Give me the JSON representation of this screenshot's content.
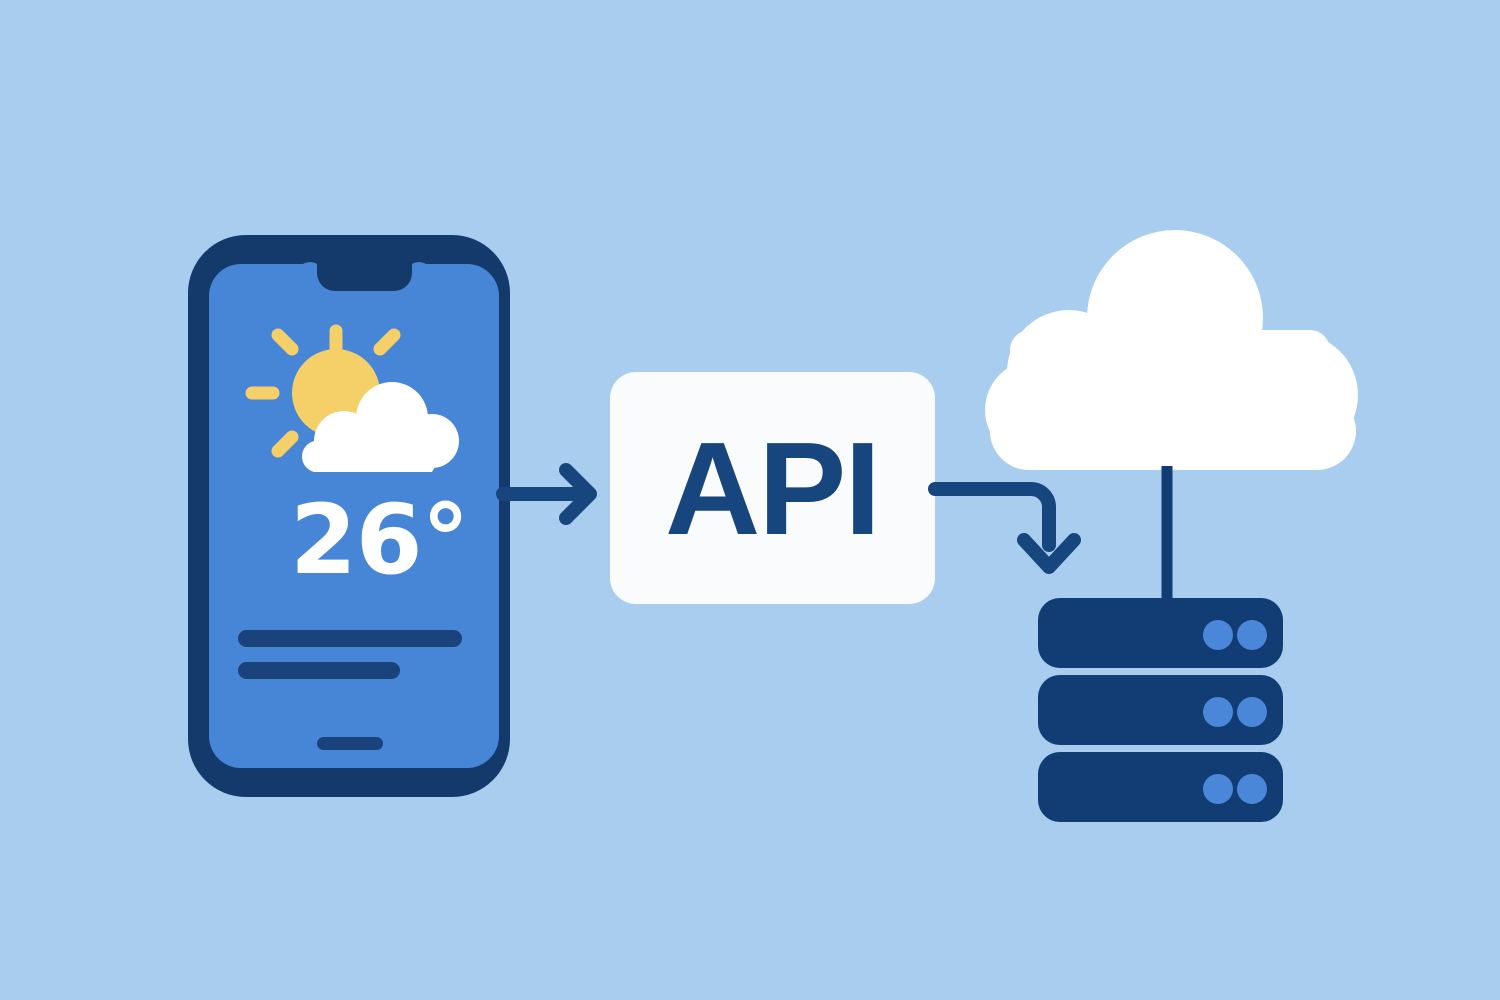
{
  "diagram": {
    "title": "Weather App API Data Flow",
    "background_color": "#a8cdef",
    "nodes": [
      {
        "id": "phone",
        "label": "Weather mobile app",
        "type": "smartphone"
      },
      {
        "id": "api",
        "label": "API",
        "type": "service-box"
      },
      {
        "id": "cloud",
        "label": "Cloud",
        "type": "cloud"
      },
      {
        "id": "server",
        "label": "Server stack",
        "type": "database-servers"
      }
    ],
    "edges": [
      {
        "id": "edge-phone-api",
        "from": "phone",
        "to": "api",
        "style": "straight-arrow",
        "direction": "right"
      },
      {
        "id": "edge-api-server",
        "from": "api",
        "to": "server",
        "style": "elbow-arrow",
        "direction": "right-then-down"
      },
      {
        "id": "edge-cloud-server",
        "from": "cloud",
        "to": "server",
        "style": "plain-line",
        "direction": "down"
      }
    ]
  },
  "phone": {
    "frame_color": "#143a6b",
    "screen_color": "#4785d7",
    "notch_label": "speaker-notch",
    "weather": {
      "icon": "sun-behind-cloud-icon",
      "sun_color": "#f5cf68",
      "cloud_color": "#ffffff",
      "ray_count": 5,
      "temperature": "26°",
      "temperature_color": "#ffffff"
    },
    "content_bars": [
      {
        "id": "bar-1",
        "width_label": "long"
      },
      {
        "id": "bar-2",
        "width_label": "medium"
      }
    ],
    "home_indicator": "home-indicator",
    "bar_color": "#1a437c"
  },
  "api": {
    "label": "API",
    "box_color": "#fafbfc",
    "text_color": "#17457e"
  },
  "cloud": {
    "color": "#ffffff",
    "label": "cloud-icon"
  },
  "server": {
    "unit_color": "#123d74",
    "led_color": "#4a87d8",
    "units": [
      {
        "id": "server-unit-1",
        "leds": 2
      },
      {
        "id": "server-unit-2",
        "leds": 2
      },
      {
        "id": "server-unit-3",
        "leds": 2
      }
    ]
  },
  "arrows": {
    "color": "#17457e"
  }
}
